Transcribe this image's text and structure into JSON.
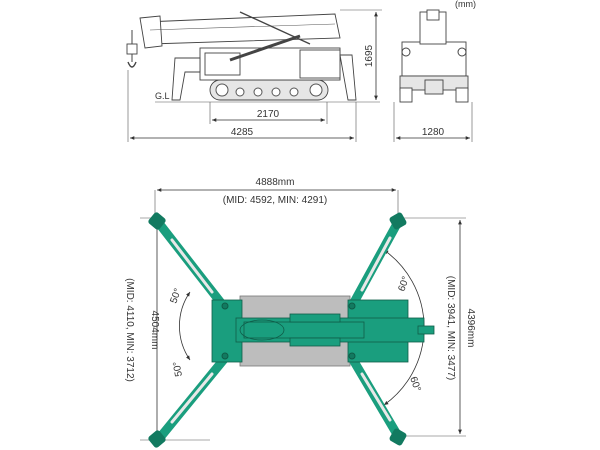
{
  "units_label": "(mm)",
  "side_view": {
    "ground_label": "G.L",
    "height": "1695",
    "track_length": "2170",
    "overall_length": "4285",
    "width": "1280"
  },
  "top_view": {
    "span_x": "4888mm",
    "span_x_sub": "(MID: 4592, MIN: 4291)",
    "span_left": "4504mm",
    "span_left_sub": "(MID: 4110, MIN: 3712)",
    "span_right": "4396mm",
    "span_right_sub": "(MID: 3941, MIN: 3477)",
    "angle_left_upper": "50°",
    "angle_left_lower": "50°",
    "angle_right_upper": "60°",
    "angle_right_lower": "60°"
  },
  "colors": {
    "teal": "#1a9e7e",
    "teal_dark": "#127a60",
    "gray_body": "#bdbdbd",
    "line": "#333333"
  }
}
